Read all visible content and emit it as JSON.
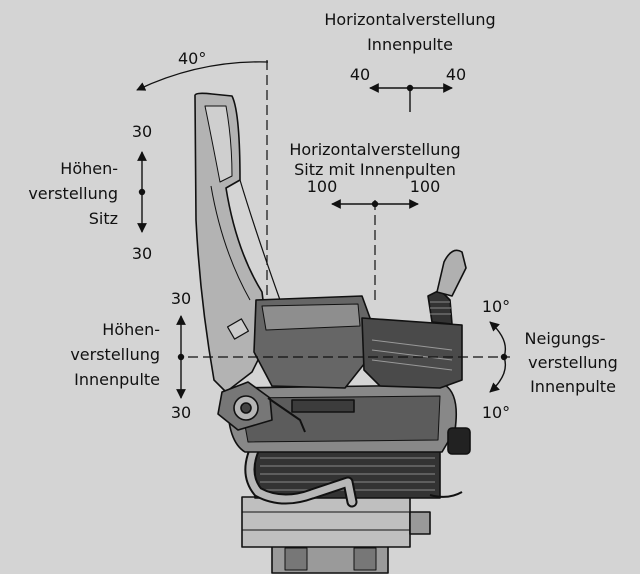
{
  "back_tilt": {
    "angle": "40°"
  },
  "horizontal_consoles": {
    "line1": "Horizontalverstellung",
    "line2": "Innenpulte",
    "left_value": "40",
    "right_value": "40"
  },
  "horizontal_seat": {
    "line1": "Horizontalverstellung",
    "line2": "Sitz mit Innenpulten",
    "left_value": "100",
    "right_value": "100"
  },
  "height_seat": {
    "top_value": "30",
    "line1": "Höhen-",
    "line2": "verstellung",
    "line3": "Sitz",
    "bottom_value": "30"
  },
  "height_consoles": {
    "top_value": "30",
    "line1": "Höhen-",
    "line2": "verstellung",
    "line3": "Innenpulte",
    "bottom_value": "30"
  },
  "tilt_consoles": {
    "top_value": "10°",
    "line1": "Neigungs-",
    "line2": "verstellung",
    "line3": "Innenpulte",
    "bottom_value": "10°"
  },
  "colors": {
    "background": "#d4d4d4",
    "ink": "#111111",
    "seat_dark": "#3a3a3a",
    "seat_mid": "#8c8c8c",
    "seat_light": "#b8b8b8"
  }
}
